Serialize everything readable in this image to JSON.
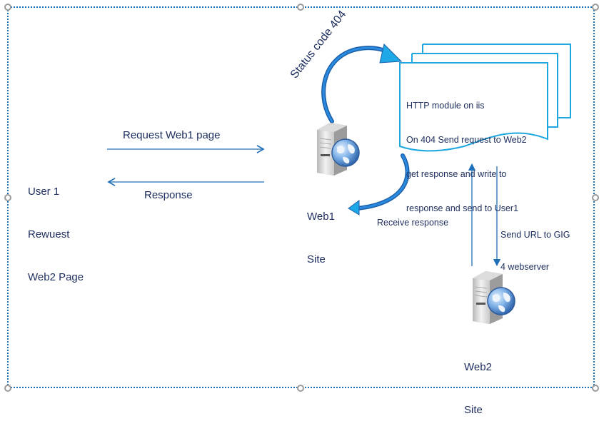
{
  "diagram": {
    "title": "",
    "user": {
      "label_lines": [
        "User 1",
        "Rewuest",
        "Web2 Page"
      ]
    },
    "arrows": {
      "request": "Request Web1 page",
      "response": "Response",
      "status_code": "Status code 404",
      "receive_response": "Receive response",
      "send_url_lines": [
        "Send URL to GIG",
        "4 webserver"
      ]
    },
    "web1": {
      "label_lines": [
        "Web1",
        "Site"
      ],
      "icon": "web-server-globe-icon"
    },
    "web2": {
      "label_lines": [
        "Web2",
        "Site"
      ],
      "icon": "web-server-globe-icon"
    },
    "module": {
      "lines": [
        "HTTP module on iis",
        "On 404 Send request to Web2",
        "get response and write to",
        "response and send to User1"
      ]
    },
    "colors": {
      "frame": "#1f6fb8",
      "doc_border": "#1fa8e0",
      "arrow_line": "#1f6fb8",
      "curved_arrow": "#1f7fd0",
      "text": "#1c2d5e",
      "handle": "#9a9a9a"
    }
  }
}
